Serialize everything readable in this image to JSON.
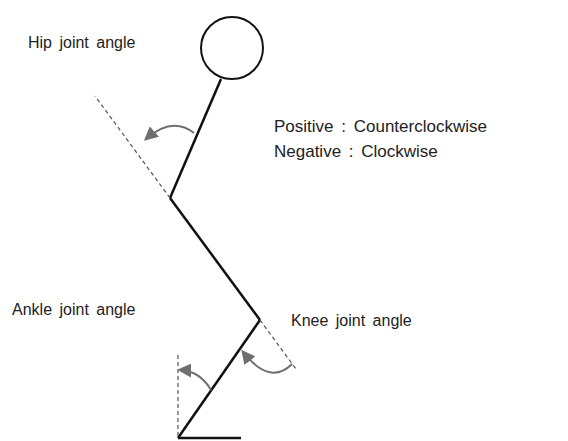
{
  "diagram": {
    "labels": [
      "Hip joint angle",
      "Positive : Counterclockwise",
      "Negative : Clockwise",
      "Ankle joint angle",
      "Knee joint angle"
    ]
  }
}
